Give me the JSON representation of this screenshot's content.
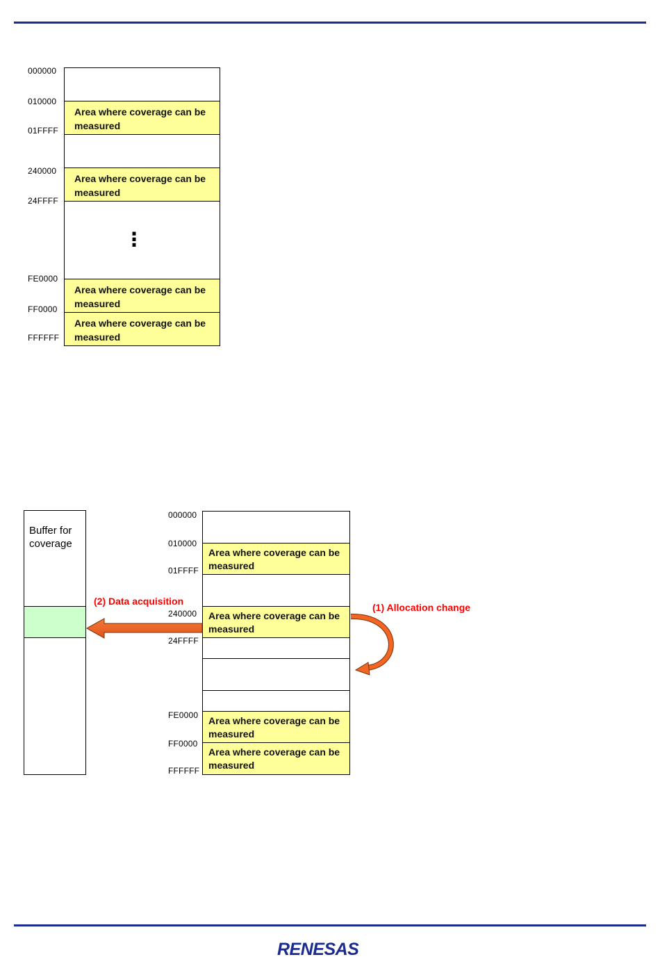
{
  "diagram1": {
    "addresses": [
      "000000",
      "010000",
      "01FFFF",
      "240000",
      "24FFFF",
      "FE0000",
      "FF0000",
      "FFFFFF"
    ],
    "area_label": "Area where coverage can be measured",
    "ellipsis": "⋮"
  },
  "diagram2": {
    "buffer_label": "Buffer for coverage",
    "addresses": [
      "000000",
      "010000",
      "01FFFF",
      "240000",
      "24FFFF",
      "FE0000",
      "FF0000",
      "FFFFFF"
    ],
    "area_label": "Area where coverage can be measured",
    "data_acquisition_label": "(2) Data acquisition",
    "allocation_change_label": "(1) Allocation change"
  },
  "footer": {
    "logo_text": "RENESAS"
  },
  "colors": {
    "rule": "#1b2b8f",
    "area_fill": "#ffff99",
    "buffer_highlight": "#ccffcc",
    "arrow": "#f26522",
    "annotation": "#ff0000"
  }
}
